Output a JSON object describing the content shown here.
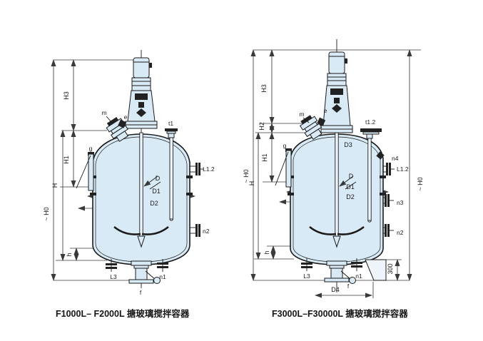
{
  "page": {
    "background": "#ffffff",
    "line_color": "#1b1b1b",
    "dimension_color": "#3a3a3a",
    "vessel_fill": "#d8eaf5"
  },
  "left": {
    "caption": "F1000L– F2000L 搪玻璃搅拌容器",
    "labels": {
      "H3": "H3",
      "H1": "H1",
      "H": "H",
      "H0": "~ H0",
      "h": "h",
      "m": "m",
      "e": "e",
      "t1": "t1",
      "g": "g",
      "D": "D",
      "D1": "D1",
      "D2": "D2",
      "L12": "L1.2",
      "n2": "n2",
      "L3": "L3",
      "n1": "n1",
      "f": "f"
    }
  },
  "right": {
    "caption": "F3000L–F30000L 搪玻璃搅拌容器",
    "labels": {
      "H3": "H3",
      "H2": "H2",
      "H1": "H1",
      "H": "H",
      "H0L": "~ H0",
      "H0R": "~ H0",
      "h": "h",
      "dim300": "300",
      "m": "m",
      "e": "e",
      "t12": "t1.2",
      "g": "g",
      "D3": "D3",
      "D": "D",
      "D1": "D1",
      "D2": "D2",
      "D4": "D4",
      "n4": "n4",
      "L12": "L1.2",
      "n3": "n3",
      "n2": "n2",
      "L3": "L3",
      "n1": "n1",
      "f": "f"
    }
  }
}
